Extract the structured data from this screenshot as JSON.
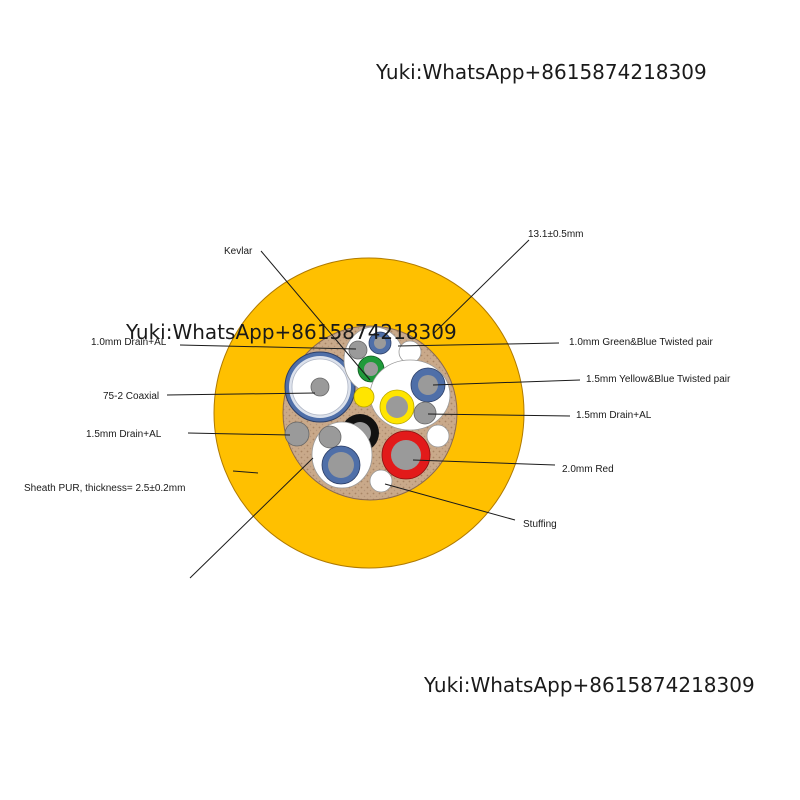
{
  "watermark": {
    "text": "Yuki:WhatsApp+8615874218309"
  },
  "labels": {
    "diameter": "13.1±0.5mm",
    "kevlar": "Kevlar",
    "drain_10": "1.0mm Drain+AL",
    "green_blue_pair": "1.0mm Green&Blue Twisted pair",
    "yellow_blue_pair": "1.5mm Yellow&Blue Twisted pair",
    "coaxial": "75-2 Coaxial",
    "drain_15_right": "1.5mm Drain+AL",
    "drain_15_left": "1.5mm Drain+AL",
    "red_20": "2.0mm Red",
    "sheath": "Sheath PUR, thickness= 2.5±0.2mm",
    "stuffing": "Stuffing"
  },
  "colors": {
    "sheath": "#FFC000",
    "filler": "#C9A98A",
    "blue": "#4F6FA8",
    "green": "#1F9A3A",
    "yellow": "#FFE500",
    "red": "#E21A1A",
    "black": "#111111",
    "strand": "#9A9A9A"
  }
}
